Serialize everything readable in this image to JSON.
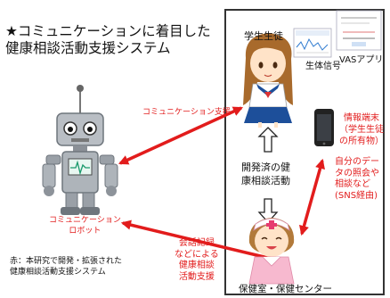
{
  "title": {
    "line1": "★コミュニケーションに着目した",
    "line2": "健康相談活動支援システム"
  },
  "labels": {
    "student": "学生生徒",
    "vital_signs": "生体信号",
    "vas_app": "VASアプリ",
    "info_terminal_l1": "情報端末",
    "info_terminal_l2": "（学生生徒",
    "info_terminal_l3": "の所有物）",
    "comm_support": "コミュニケーション支援",
    "developed_l1": "開発済の健",
    "developed_l2": "康相談活動",
    "own_data_l1": "自分のデー",
    "own_data_l2": "タの照会や",
    "own_data_l3": "相談など",
    "own_data_l4": "(SNS経由)",
    "robot_l1": "コミュニケーション",
    "robot_l2": "ロボット",
    "conv_l1": "会話記録",
    "conv_l2": "などによる",
    "conv_l3": "健康相談",
    "conv_l4": "活動支援",
    "legend_l1": "赤：本研究で開発・拡張された",
    "legend_l2": "健康相談活動支援システム",
    "health_room": "保健室・保健センター"
  },
  "colors": {
    "accent_red": "#e21c1c",
    "frame": "#333333"
  },
  "icons": [
    "robot-icon",
    "student-icon",
    "nurse-icon",
    "smartphone-icon",
    "vas-app-screenshot-icon",
    "vital-signs-screenshot-icon"
  ]
}
